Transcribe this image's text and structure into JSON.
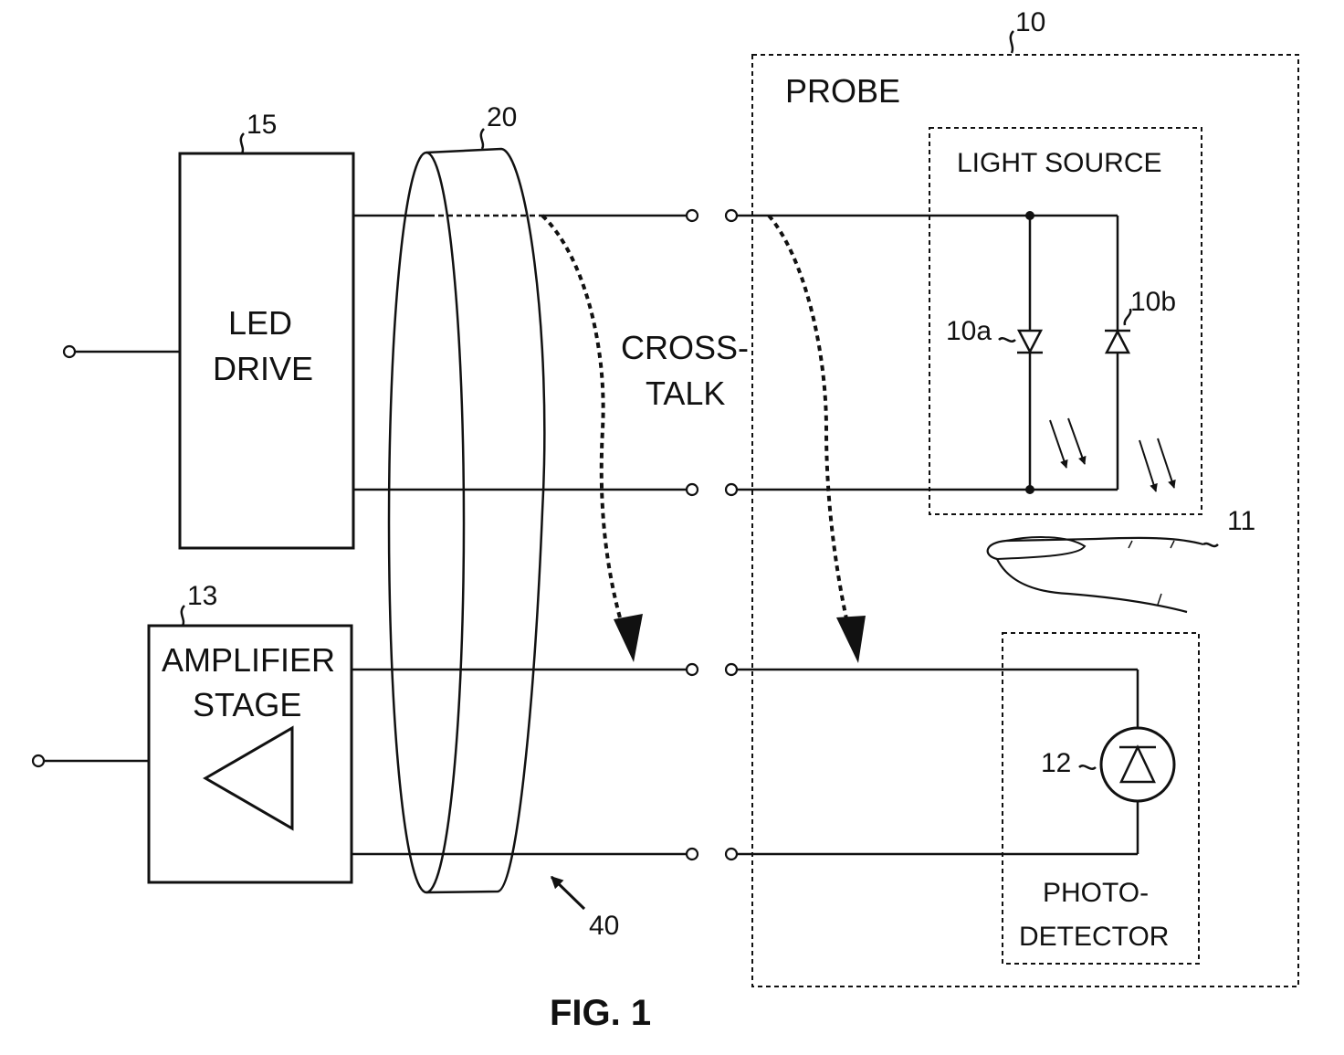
{
  "blocks": {
    "led_drive": {
      "line1": "LED",
      "line2": "DRIVE",
      "ref": "15"
    },
    "amplifier": {
      "line1": "AMPLIFIER",
      "line2": "STAGE",
      "ref": "13"
    },
    "probe": {
      "label": "PROBE",
      "ref": "10"
    },
    "light_source": {
      "label": "LIGHT SOURCE",
      "led_a_ref": "10a",
      "led_b_ref": "10b"
    },
    "photodetector": {
      "line1": "PHOTO-",
      "line2": "DETECTOR",
      "ref": "12"
    }
  },
  "cable": {
    "ref": "20",
    "arrow_ref": "40"
  },
  "crosstalk": {
    "line1": "CROSS-",
    "line2": "TALK"
  },
  "finger": {
    "ref": "11"
  },
  "figure_caption": "FIG. 1"
}
